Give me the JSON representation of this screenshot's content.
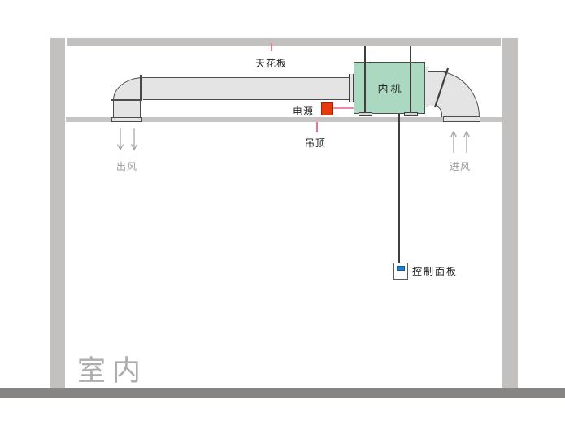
{
  "diagram": {
    "room_label": "室内",
    "labels": {
      "ceiling": "天花板",
      "suspended_ceiling": "吊顶",
      "power": "电源",
      "indoor_unit": "内机",
      "control_panel": "控制面板",
      "air_outlet": "出风",
      "air_inlet": "进风"
    },
    "colors": {
      "wall": "#c3c1bf",
      "floor": "#878583",
      "duct_fill": "#e4e4e4",
      "duct_outline": "#4d4d4d",
      "indoor_unit_fill": "#aad8c0",
      "power_box": "#e8380d",
      "leader_pink": "#ee7296",
      "panel_screen_blue": "#1b7fd0",
      "muted_text": "#9b9b9b",
      "room_text": "#adadad"
    }
  }
}
